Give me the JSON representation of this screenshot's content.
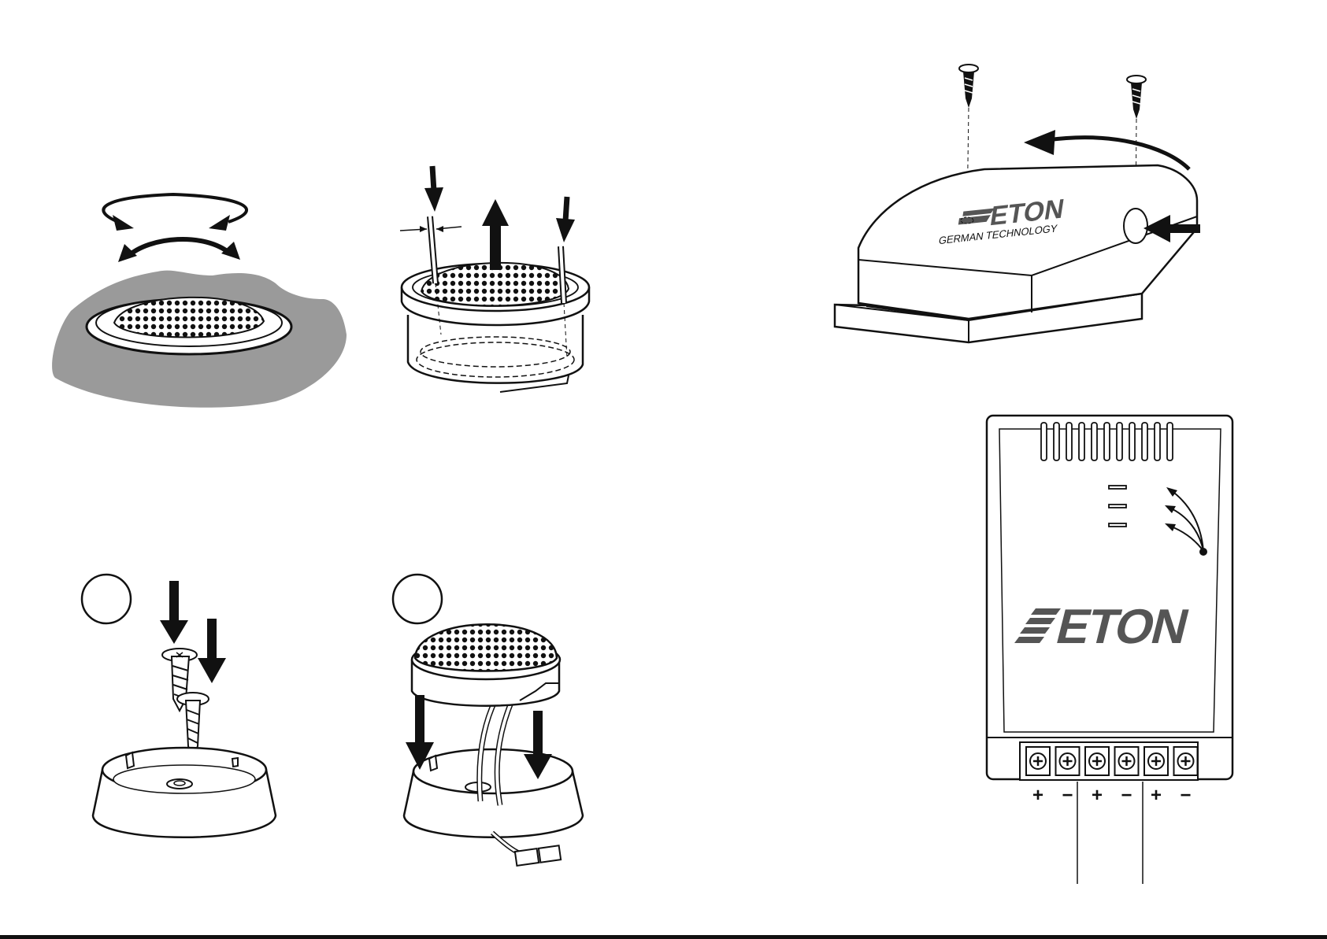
{
  "box_logo": {
    "brand": "ETON",
    "tagline": "GERMAN TECHNOLOGY"
  },
  "front_panel": {
    "brand": "ETON",
    "terminals": [
      {
        "polarity": "+"
      },
      {
        "polarity": "−"
      },
      {
        "polarity": "+"
      },
      {
        "polarity": "−"
      },
      {
        "polarity": "+"
      },
      {
        "polarity": "−"
      }
    ]
  },
  "steps": [
    {
      "label": ""
    },
    {
      "label": ""
    }
  ],
  "colors": {
    "ink": "#111111",
    "surface_grey": "#9a9a9a",
    "logo_grey": "#555555",
    "paper": "#ffffff"
  }
}
